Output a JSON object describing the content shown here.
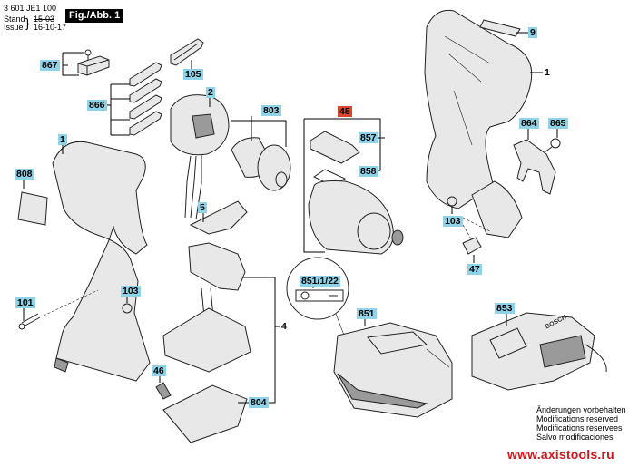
{
  "header": {
    "part_number": "3 601 JE1 100",
    "stand_label": "Stand",
    "issue_label": "Issue",
    "stand_value": "15-03",
    "issue_value": "16-10-17",
    "figure": "Fig./Abb. 1"
  },
  "labels": {
    "l867": "867",
    "l105": "105",
    "l866": "866",
    "l2": "2",
    "l803": "803",
    "l45": "45",
    "l857": "857",
    "l858": "858",
    "l9": "9",
    "l1_right": "1",
    "l864": "864",
    "l865": "865",
    "l1_left": "1",
    "l808": "808",
    "l5": "5",
    "l103_left": "103",
    "l103_right": "103",
    "l101": "101",
    "l4": "4",
    "l47": "47",
    "l851_1_22": "851/1/22",
    "l851": "851",
    "l853": "853",
    "l46": "46",
    "l804": "804"
  },
  "colors": {
    "label_bg": "#8fd3e8",
    "highlight_label_bg": "#d9452a",
    "url_color": "#d0181c"
  },
  "notes": [
    "Änderungen vorbehalten",
    "Modifications reserved",
    "Modifications reservees",
    "Salvo modificaciones"
  ],
  "website": "www.axistools.ru",
  "charger_brand": "BOSCH"
}
